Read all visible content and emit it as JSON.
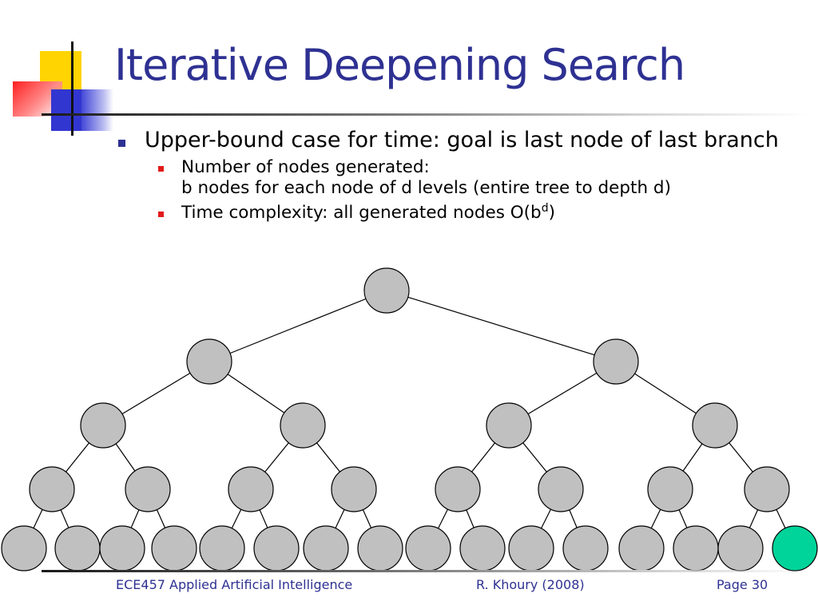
{
  "slide": {
    "title": "Iterative Deepening Search",
    "bullet": "Upper-bound case for time: goal is last node of last branch",
    "subbullets": {
      "nodes_line1": "Number of nodes generated:",
      "nodes_line2": "b nodes for each node of d levels (entire tree to depth d)",
      "time_text": "Time complexity: all generated nodes O(b",
      "time_sup": "d",
      "time_close": ")"
    }
  },
  "diagram": {
    "node_fill": "#c0c0c0",
    "goal_fill": "#00d49a",
    "line_color": "#000000",
    "levels": 5,
    "goal": "last node of last branch"
  },
  "footer": {
    "course": "ECE457 Applied Artificial Intelligence",
    "author": "R. Khoury (2008)",
    "page": "Page 30"
  }
}
